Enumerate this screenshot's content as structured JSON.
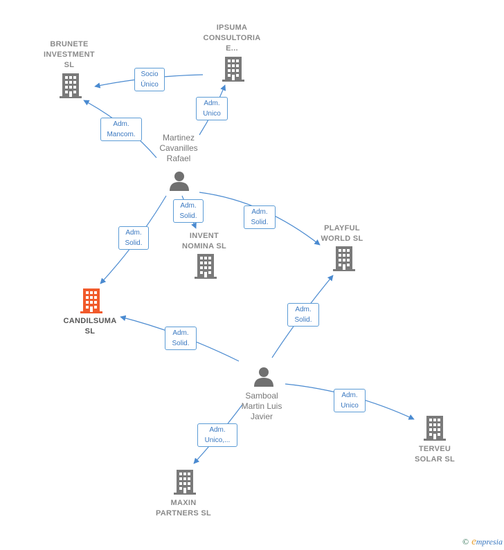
{
  "colors": {
    "edge": "#4a8ad0",
    "company": "#7a7a7a",
    "focus_company": "#f15a2b",
    "person": "#707070"
  },
  "companies": [
    {
      "id": "brunete",
      "name": "BRUNETE\nINVESTMENT\nSL",
      "focus": false
    },
    {
      "id": "ipsuma",
      "name": "IPSUMA\nCONSULTORIA\nE...",
      "focus": false
    },
    {
      "id": "invent",
      "name": "INVENT\nNOMINA SL",
      "focus": false
    },
    {
      "id": "playful",
      "name": "PLAYFUL\nWORLD SL",
      "focus": false
    },
    {
      "id": "candilsuma",
      "name": "CANDILSUMA\nSL",
      "focus": true
    },
    {
      "id": "terveu",
      "name": "TERVEU\nSOLAR SL",
      "focus": false
    },
    {
      "id": "maxin",
      "name": "MAXIN\nPARTNERS SL",
      "focus": false
    }
  ],
  "persons": [
    {
      "id": "martinez",
      "name": "Martinez\nCavanilles\nRafael"
    },
    {
      "id": "samboal",
      "name": "Samboal\nMartin Luis\nJavier"
    }
  ],
  "edges": [
    {
      "id": "e1",
      "label": "Socio\nÚnico"
    },
    {
      "id": "e2",
      "label": "Adm.\nMancom."
    },
    {
      "id": "e3",
      "label": "Adm.\nUnico"
    },
    {
      "id": "e4",
      "label": "Adm.\nSolid."
    },
    {
      "id": "e5",
      "label": "Adm.\nSolid."
    },
    {
      "id": "e6",
      "label": "Adm.\nSolid."
    },
    {
      "id": "e7",
      "label": "Adm.\nSolid."
    },
    {
      "id": "e8",
      "label": "Adm.\nSolid."
    },
    {
      "id": "e9",
      "label": "Adm.\nUnico"
    },
    {
      "id": "e10",
      "label": "Adm.\nUnico,..."
    }
  ],
  "footer": {
    "copyright": "©",
    "brand_initial": "e",
    "brand_rest": "mpresia"
  }
}
